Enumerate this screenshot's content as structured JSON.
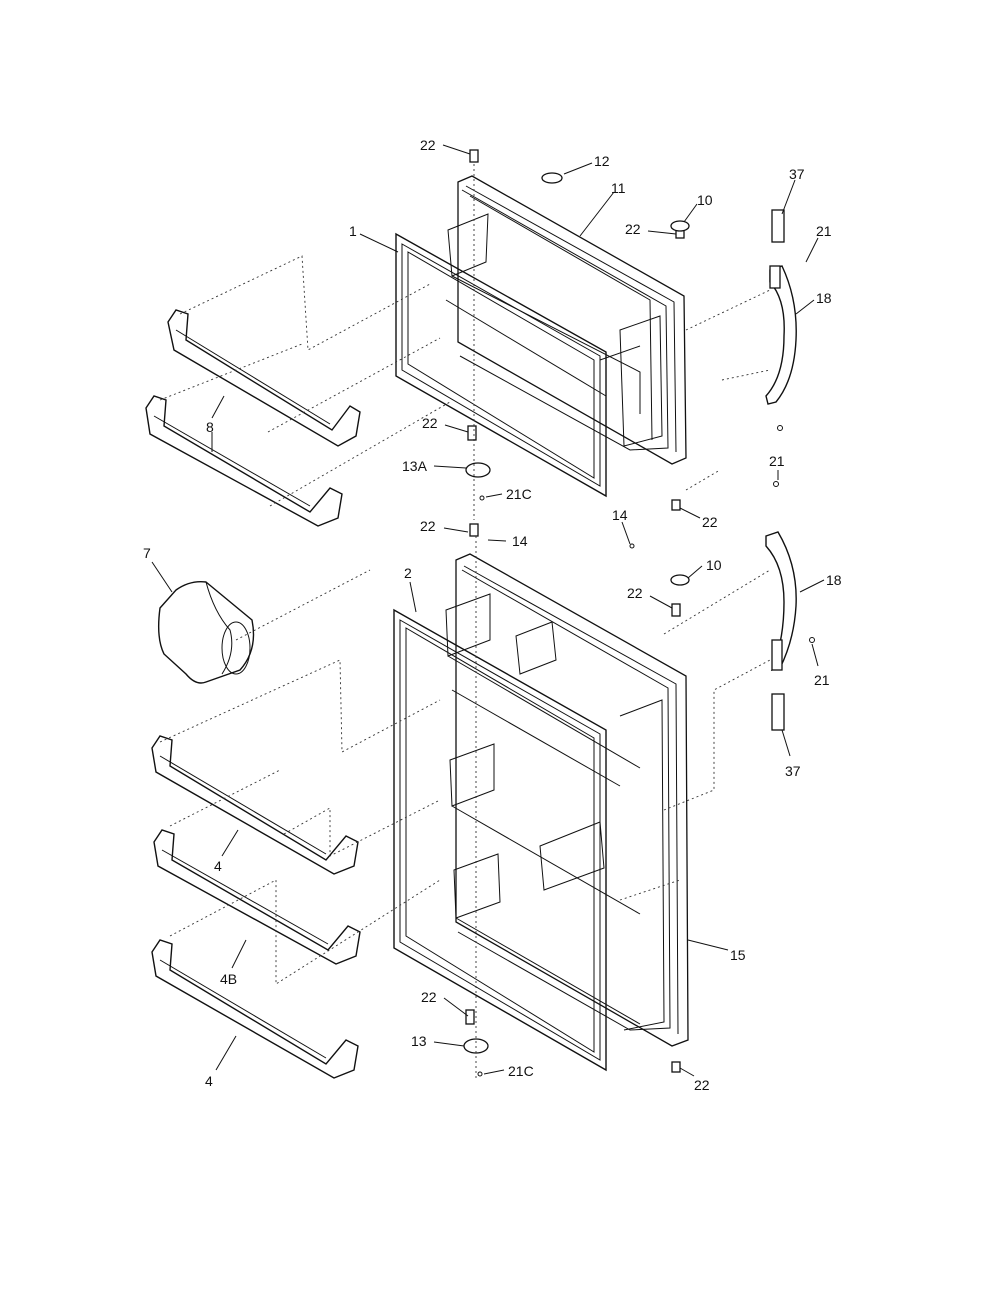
{
  "diagram": {
    "callouts": [
      {
        "key": "c22a",
        "text": "22"
      },
      {
        "key": "c12",
        "text": "12"
      },
      {
        "key": "c11",
        "text": "11"
      },
      {
        "key": "c10a",
        "text": "10"
      },
      {
        "key": "c22b",
        "text": "22"
      },
      {
        "key": "c37a",
        "text": "37"
      },
      {
        "key": "c21a",
        "text": "21"
      },
      {
        "key": "c1",
        "text": "1"
      },
      {
        "key": "c18a",
        "text": "18"
      },
      {
        "key": "c8",
        "text": "8"
      },
      {
        "key": "c22c",
        "text": "22"
      },
      {
        "key": "c13a",
        "text": "13A"
      },
      {
        "key": "c21ca",
        "text": "21C"
      },
      {
        "key": "c21b",
        "text": "21"
      },
      {
        "key": "c22d",
        "text": "22"
      },
      {
        "key": "c14a",
        "text": "14"
      },
      {
        "key": "c22e",
        "text": "22"
      },
      {
        "key": "c14b",
        "text": "14"
      },
      {
        "key": "c7",
        "text": "7"
      },
      {
        "key": "c2",
        "text": "2"
      },
      {
        "key": "c10b",
        "text": "10"
      },
      {
        "key": "c22f",
        "text": "22"
      },
      {
        "key": "c18b",
        "text": "18"
      },
      {
        "key": "c21c",
        "text": "21"
      },
      {
        "key": "c37b",
        "text": "37"
      },
      {
        "key": "c4a",
        "text": "4"
      },
      {
        "key": "c4b",
        "text": "4B"
      },
      {
        "key": "c15",
        "text": "15"
      },
      {
        "key": "c22g",
        "text": "22"
      },
      {
        "key": "c13",
        "text": "13"
      },
      {
        "key": "c21cb",
        "text": "21C"
      },
      {
        "key": "c4c",
        "text": "4"
      },
      {
        "key": "c22h",
        "text": "22"
      }
    ]
  }
}
